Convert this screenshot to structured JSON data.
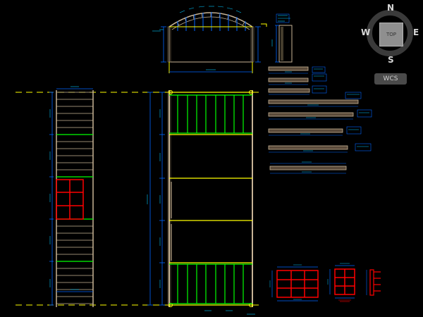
{
  "viewcube": {
    "north": "N",
    "south": "S",
    "east": "E",
    "west": "W",
    "face_label": "TOP"
  },
  "wcs_menu": {
    "label": "WCS"
  },
  "colors": {
    "background": "#000000",
    "construction_line": "#ffff00",
    "dimension": "#0066ff",
    "panel_green": "#00ff00",
    "hatch": "#c8b496",
    "red_frame": "#ff0000",
    "viewcube_face": "#8f8f8f"
  }
}
